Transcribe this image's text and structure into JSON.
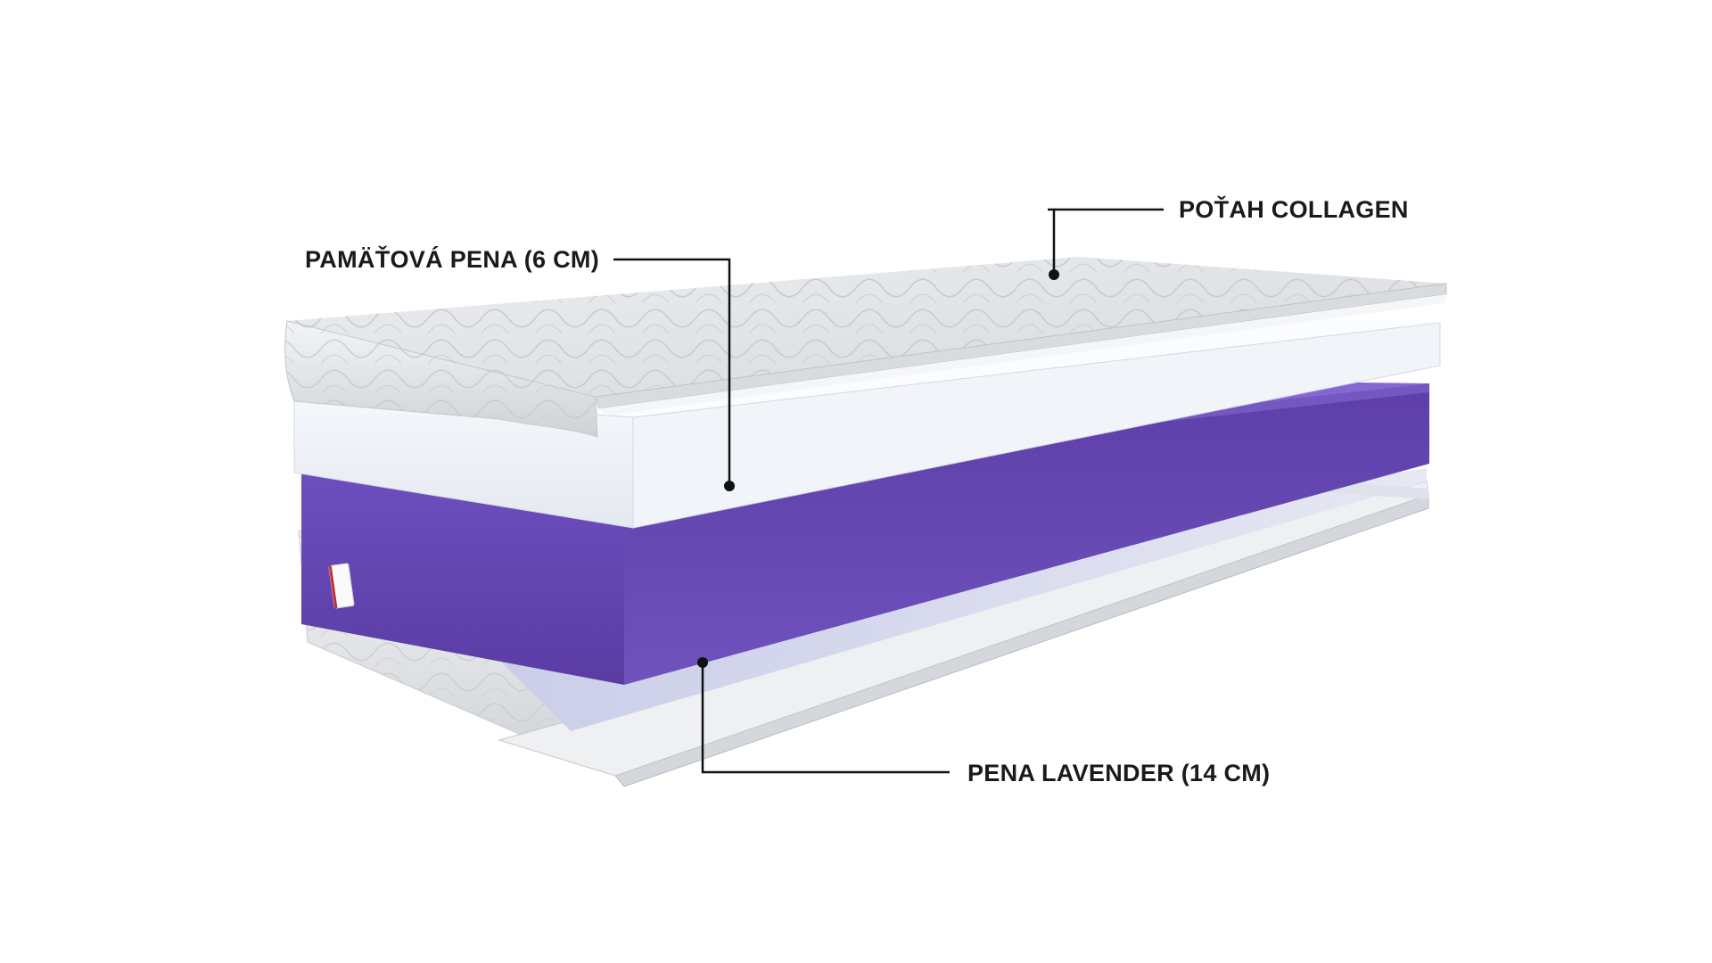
{
  "callouts": {
    "cover": {
      "label": "POŤAH COLLAGEN"
    },
    "memory_foam": {
      "label": "PAMÄŤOVÁ PENA (6 CM)"
    },
    "lavender_foam": {
      "label": "PENA LAVENDER (14 CM)"
    }
  },
  "colors": {
    "background": "#ffffff",
    "lavender_foam": "#6a4bb5",
    "memory_foam": "#f2f5fa",
    "cover": "#e4e6e9",
    "leader_line": "#111111",
    "label_text": "#1a1a1a"
  }
}
